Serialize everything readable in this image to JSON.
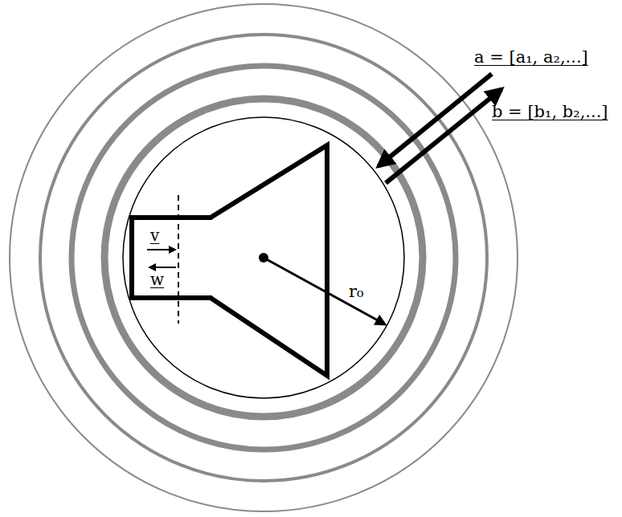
{
  "diagram": {
    "labels": [
      "a = [a₁, a₂,...]",
      "b = [b₁, b₂,...]",
      "v",
      "w",
      "r₀"
    ]
  }
}
